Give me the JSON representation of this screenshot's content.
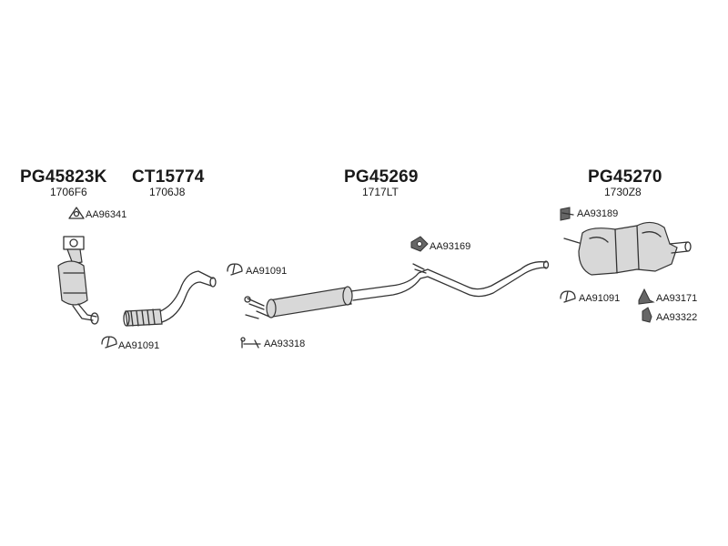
{
  "assemblies": [
    {
      "code": "PG45823K",
      "oem": "1706F6"
    },
    {
      "code": "CT15774",
      "oem": "1706J8"
    },
    {
      "code": "PG45269",
      "oem": "1717LT"
    },
    {
      "code": "PG45270",
      "oem": "1730Z8"
    }
  ],
  "accessories": [
    {
      "part": "AA96341",
      "icon": "gasket-icon"
    },
    {
      "part": "AA91091",
      "icon": "clamp-icon"
    },
    {
      "part": "AA91091",
      "icon": "clamp-icon"
    },
    {
      "part": "AA93318",
      "icon": "bolt-icon"
    },
    {
      "part": "AA93169",
      "icon": "rubber-mount-icon"
    },
    {
      "part": "AA93189",
      "icon": "bracket-icon"
    },
    {
      "part": "AA91091",
      "icon": "clamp-icon"
    },
    {
      "part": "AA93171",
      "icon": "hanger-icon"
    },
    {
      "part": "AA93322",
      "icon": "hook-icon"
    }
  ],
  "colors": {
    "line": "#333333",
    "fill": "#d8d8d8"
  }
}
